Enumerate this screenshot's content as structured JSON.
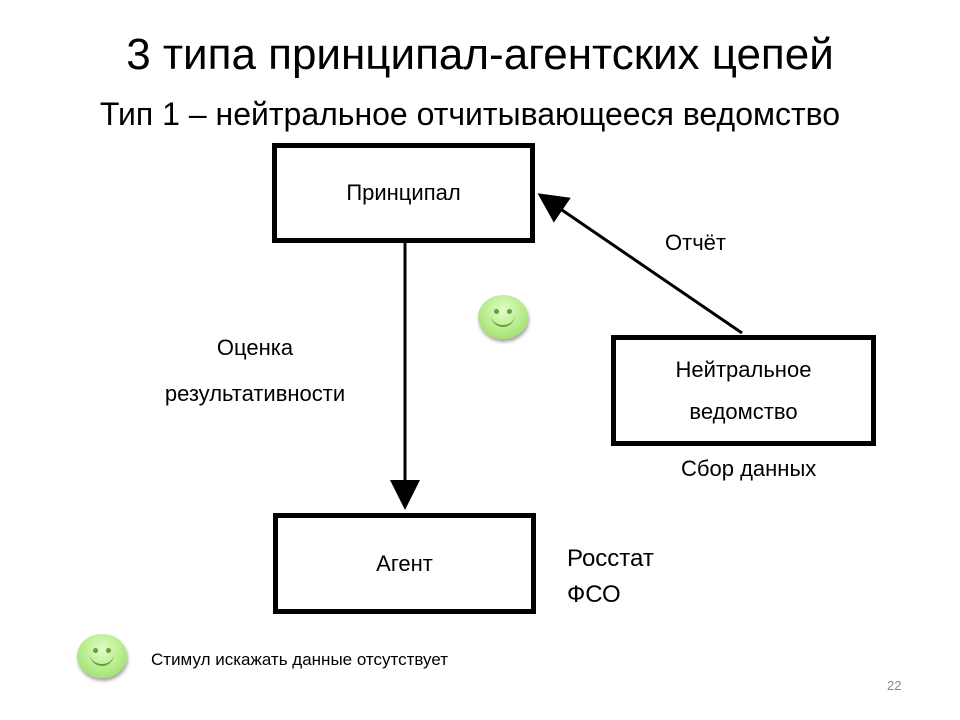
{
  "slide": {
    "title": "3 типа принципал-агентских цепей",
    "subtitle": "Тип 1 – нейтральное отчитывающееся ведомство",
    "page_number": "22"
  },
  "diagram": {
    "principal_label": "Принципал",
    "agent_label": "Агент",
    "neutral_line1": "Нейтральное",
    "neutral_line2": "ведомство",
    "report_label": "Отчёт",
    "evaluation_line1": "Оценка",
    "evaluation_line2": "результативности",
    "data_collection_label": "Сбор данных",
    "org_line1": "Росстат",
    "org_line2": "ФСО",
    "legend_note": "Стимул искажать данные отсутствует"
  },
  "icons": [
    "smiley-icon",
    "smiley-icon"
  ],
  "colors": {
    "box_border": "#000000",
    "smiley_fill": "#b5ec8a",
    "page_number": "#8a8a8a"
  }
}
